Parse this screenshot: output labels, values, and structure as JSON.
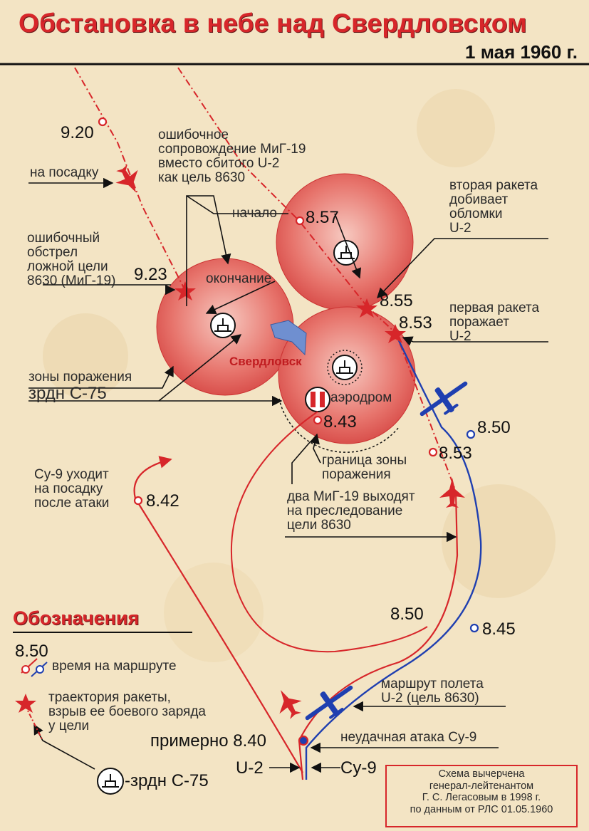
{
  "title": "Обстановка в небе над Свердловском",
  "date": "1 мая 1960 г.",
  "annotations": {
    "mig_tracking": [
      "ошибочное",
      "сопровождение МиГ-19",
      "вместо сбитого U-2",
      "как цель 8630"
    ],
    "landing": "на посадку",
    "start": "начало",
    "end": "окончание",
    "false_fire": [
      "ошибочный",
      "обстрел",
      "ложной цели",
      "8630 (МиГ-19)"
    ],
    "second_missile": [
      "вторая ракета",
      "добивает",
      "обломки",
      "U-2"
    ],
    "first_missile": [
      "первая ракета",
      "поражает",
      "U-2"
    ],
    "zones": [
      "зоны поражения",
      "зрдн С-75"
    ],
    "city": "Свердловск",
    "airfield": "аэродром",
    "zone_border": [
      "граница зоны",
      "поражения"
    ],
    "su9_landing": [
      "Су-9 уходит",
      "на посадку",
      "после атаки"
    ],
    "two_mig": [
      "два МиГ-19 выходят",
      "на преследование",
      "цели 8630"
    ],
    "u2_route": [
      "маршрут полета",
      "U-2 (цель 8630)"
    ],
    "su9_attack": "неудачная атака Су-9",
    "approx": "примерно 8.40",
    "u2_tag": "U-2",
    "su9_tag": "Су-9"
  },
  "times": {
    "t920": "9.20",
    "t857": "8.57",
    "t923": "9.23",
    "t855": "8.55",
    "t853a": "8.53",
    "t843": "8.43",
    "t850a": "8.50",
    "t853b": "8.53",
    "t842": "8.42",
    "t850b": "8.50",
    "t845": "8.45"
  },
  "legend": {
    "title": "Обозначения",
    "time_value": "8.50",
    "time_label": "время на маршруте",
    "missile_label": [
      "траектория ракеты,",
      "взрыв ее боевого заряда",
      "у цели"
    ],
    "sam_label": "-зрдн С-75"
  },
  "credit": [
    "Схема вычерчена",
    "генерал-лейтенантом",
    "Г. С. Легасовым в 1998 г.",
    "по данным от РЛС 01.05.1960"
  ],
  "colors": {
    "red_route": "#d7262a",
    "blue_route": "#1f3fb0",
    "zone_fill": "#e2625e",
    "paper": "#f3e4c4"
  }
}
